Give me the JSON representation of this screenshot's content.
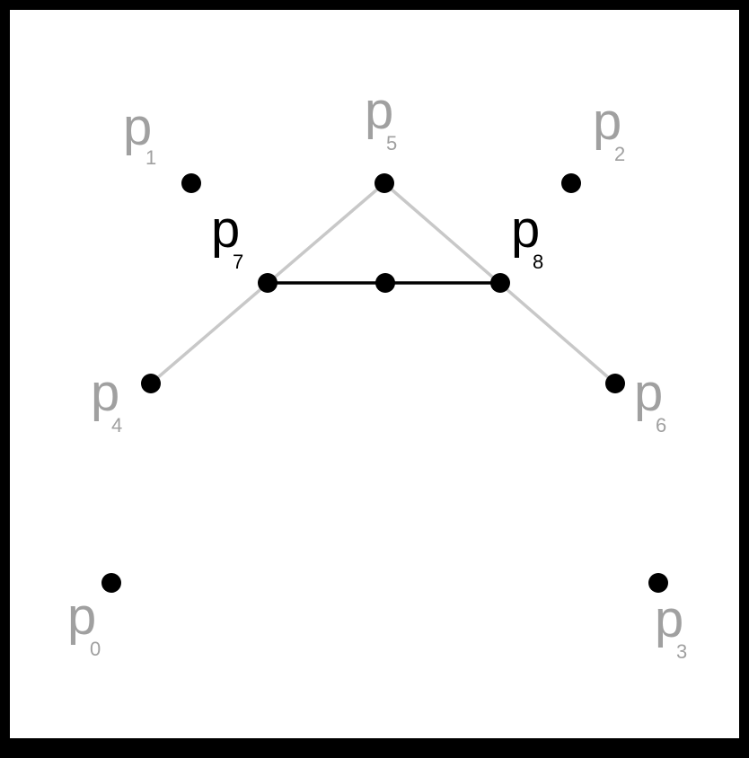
{
  "colors": {
    "background": "#ffffff",
    "border": "#000000",
    "point": "#000000",
    "label_grey": "#a0a0a0",
    "label_black": "#000000",
    "segment_grey": "#c8c8c8",
    "segment_black": "#000000"
  },
  "points": [
    {
      "id": "p0",
      "base": "p",
      "index": "0"
    },
    {
      "id": "p1",
      "base": "p",
      "index": "1"
    },
    {
      "id": "p2",
      "base": "p",
      "index": "2"
    },
    {
      "id": "p3",
      "base": "p",
      "index": "3"
    },
    {
      "id": "p4",
      "base": "p",
      "index": "4"
    },
    {
      "id": "p5",
      "base": "p",
      "index": "5"
    },
    {
      "id": "p6",
      "base": "p",
      "index": "6"
    },
    {
      "id": "p7",
      "base": "p",
      "index": "7"
    },
    {
      "id": "p8",
      "base": "p",
      "index": "8"
    },
    {
      "id": "mid",
      "base": "",
      "index": ""
    }
  ],
  "segments": [
    {
      "from": "p4",
      "to": "p5",
      "style": "grey"
    },
    {
      "from": "p5",
      "to": "p6",
      "style": "grey"
    },
    {
      "from": "p7",
      "to": "p8",
      "style": "black"
    }
  ]
}
